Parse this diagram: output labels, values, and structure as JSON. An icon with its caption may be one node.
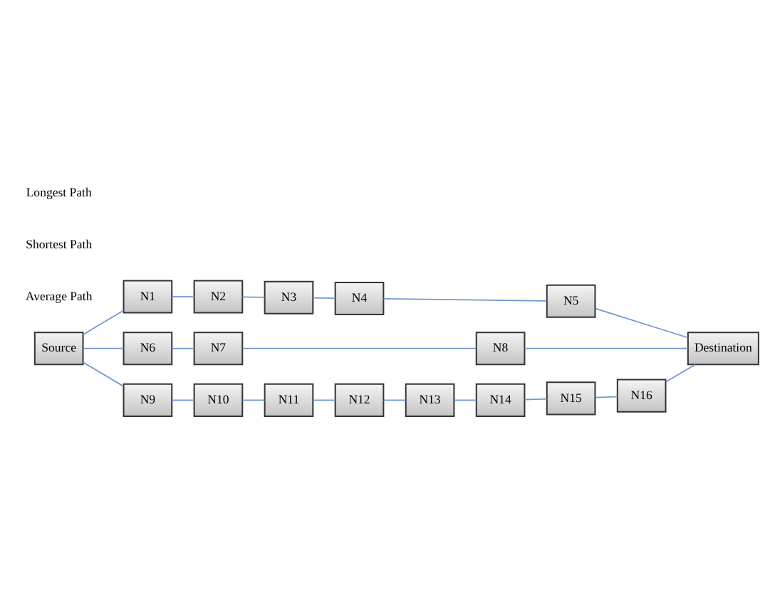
{
  "diagram": {
    "nodes": [
      {
        "text": [
          "Source"
        ]
      },
      {
        "text": [
          "N1"
        ]
      },
      {
        "text": [
          "N2"
        ]
      },
      {
        "text": [
          "N3"
        ]
      },
      {
        "text": [
          "N4"
        ]
      },
      {
        "text": [
          "N5"
        ]
      },
      {
        "text": [
          "N6"
        ]
      },
      {
        "text": [
          "N7"
        ]
      },
      {
        "text": [
          "N8"
        ]
      },
      {
        "text": [
          "N9"
        ]
      },
      {
        "text": [
          "N10"
        ]
      },
      {
        "text": [
          "N11"
        ]
      },
      {
        "text": [
          "N12"
        ]
      },
      {
        "text": [
          "N13"
        ]
      },
      {
        "text": [
          "N14"
        ]
      },
      {
        "text": [
          "N15"
        ]
      },
      {
        "text": [
          "N16"
        ]
      },
      {
        "text": [
          "Destination"
        ]
      }
    ],
    "edges": [
      {
        "from": 0,
        "to": 1,
        "arrow": "none"
      },
      {
        "from": 1,
        "to": 2,
        "arrow": "none"
      },
      {
        "from": 2,
        "to": 3,
        "arrow": "none"
      },
      {
        "from": 3,
        "to": 4,
        "arrow": "none"
      },
      {
        "from": 4,
        "to": 5,
        "arrow": "none"
      },
      {
        "from": 5,
        "to": 17,
        "arrow": "none"
      },
      {
        "from": 0,
        "to": 6,
        "arrow": "none"
      },
      {
        "from": 6,
        "to": 7,
        "arrow": "none"
      },
      {
        "from": 7,
        "to": 8,
        "arrow": "none"
      },
      {
        "from": 8,
        "to": 17,
        "arrow": "none"
      },
      {
        "from": 0,
        "to": 9,
        "arrow": "none"
      },
      {
        "from": 9,
        "to": 10,
        "arrow": "none"
      },
      {
        "from": 10,
        "to": 11,
        "arrow": "none"
      },
      {
        "from": 11,
        "to": 12,
        "arrow": "none"
      },
      {
        "from": 12,
        "to": 13,
        "arrow": "none"
      },
      {
        "from": 13,
        "to": 14,
        "arrow": "none"
      },
      {
        "from": 14,
        "to": 15,
        "arrow": "none"
      },
      {
        "from": 15,
        "to": 16,
        "arrow": "none"
      },
      {
        "from": 16,
        "to": 17,
        "arrow": "none"
      }
    ],
    "labels": [
      "Average Path",
      "Shortest Path",
      "Longest Path"
    ]
  }
}
